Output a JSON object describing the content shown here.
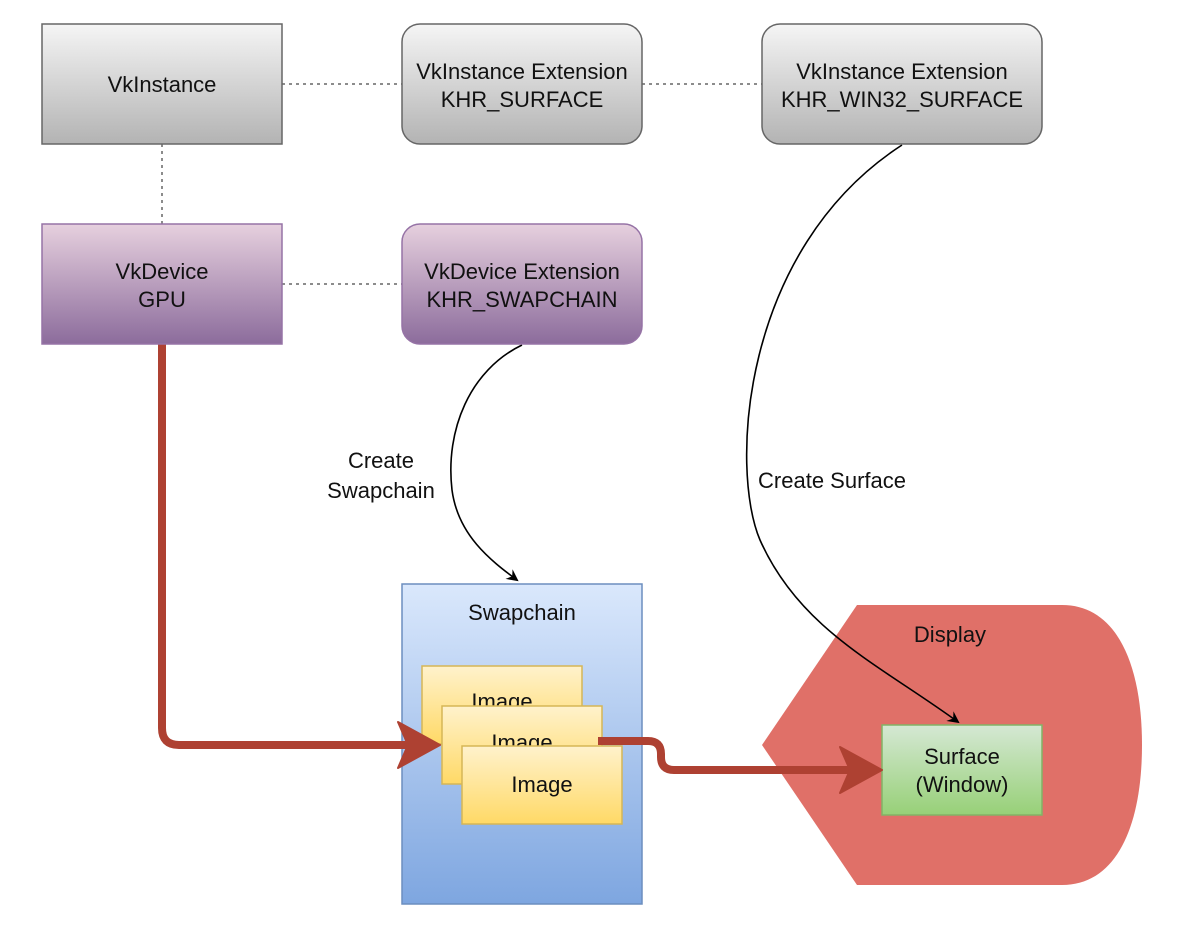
{
  "colors": {
    "gray_top": "#f5f5f5",
    "gray_bottom": "#b3b3b3",
    "gray_stroke": "#666666",
    "purple_top": "#e6d0de",
    "purple_bottom": "#8c6c9c",
    "purple_stroke": "#9673a6",
    "blue_top": "#dae8fc",
    "blue_bottom": "#7ea6e0",
    "blue_stroke": "#6c8ebf",
    "yellow_top": "#fff2cc",
    "yellow_bottom": "#ffd966",
    "yellow_stroke": "#d6b656",
    "display_fill": "#e07068",
    "surface_fill": "#d5e8d4",
    "surface_fill2": "#97d077",
    "surface_stroke": "#82b366",
    "thick_arrow": "#ae4132",
    "dotted": "#666666"
  },
  "nodes": {
    "vkinstance": [
      "VkInstance"
    ],
    "ext_surface": [
      "VkInstance Extension",
      "KHR_SURFACE"
    ],
    "ext_win32": [
      "VkInstance Extension",
      "KHR_WIN32_SURFACE"
    ],
    "vkdevice": [
      "VkDevice",
      "GPU"
    ],
    "ext_swapchain": [
      "VkDevice Extension",
      "KHR_SWAPCHAIN"
    ],
    "swapchain": [
      "Swapchain"
    ],
    "image1": [
      "Image"
    ],
    "image2": [
      "Image"
    ],
    "image3": [
      "Image"
    ],
    "display": [
      "Display"
    ],
    "surface": [
      "Surface",
      "(Window)"
    ]
  },
  "edges": {
    "create_swapchain": [
      "Create",
      "Swapchain"
    ],
    "create_surface": [
      "Create Surface"
    ]
  }
}
